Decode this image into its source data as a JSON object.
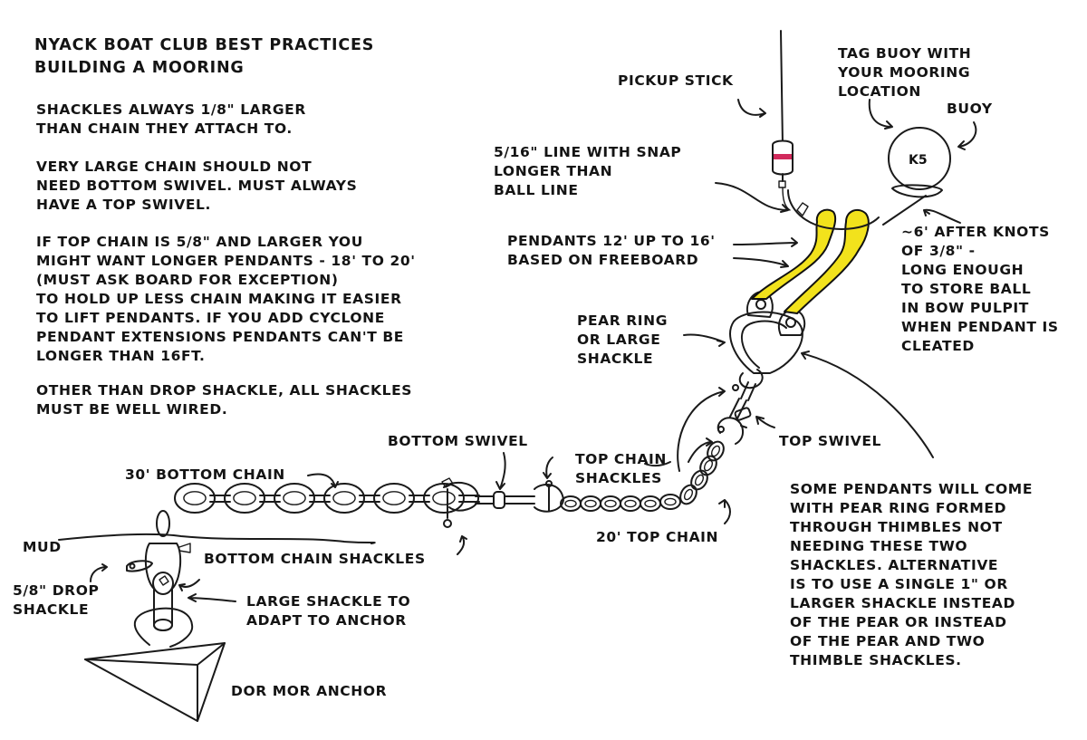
{
  "title": {
    "line1": "NYACK BOAT CLUB BEST PRACTICES",
    "line2": "BUILDING A MOORING"
  },
  "notes": [
    "SHACKLES ALWAYS 1/8\" LARGER\nTHAN CHAIN THEY ATTACH TO.",
    "VERY LARGE CHAIN SHOULD NOT\nNEED BOTTOM SWIVEL. MUST ALWAYS\nHAVE A TOP SWIVEL.",
    "IF TOP CHAIN IS 5/8\" AND LARGER YOU\nMIGHT WANT LONGER PENDANTS - 18' TO 20'\n(MUST ASK BOARD FOR EXCEPTION)\nTO HOLD UP LESS CHAIN MAKING IT EASIER\nTO LIFT PENDANTS. IF YOU ADD CYCLONE\nPENDANT EXTENSIONS PENDANTS CAN'T BE\nLONGER THAN 16FT.",
    "OTHER THAN DROP SHACKLE, ALL SHACKLES\nMUST BE WELL WIRED."
  ],
  "labels": {
    "pickup_stick": "PICKUP STICK",
    "tag_buoy": "TAG BUOY WITH\nYOUR MOORING\nLOCATION",
    "buoy": "BUOY",
    "buoy_tag_text": "K5",
    "line_with_snap": "5/16\" LINE WITH SNAP\nLONGER THAN\nBALL LINE",
    "ball_line": "~6' AFTER KNOTS\nOF 3/8\" -\nLONG ENOUGH\nTO STORE BALL\nIN BOW PULPIT\nWHEN PENDANT IS\nCLEATED",
    "pendants": "PENDANTS 12' UP TO 16'\nBASED ON FREEBOARD",
    "pear_ring": "PEAR RING\nOR LARGE\nSHACKLE",
    "top_swivel": "TOP SWIVEL",
    "top_chain_shackles": "TOP CHAIN\nSHACKLES",
    "bottom_swivel": "BOTTOM SWIVEL",
    "bottom_chain": "30' BOTTOM CHAIN",
    "top_chain": "20' TOP CHAIN",
    "mud": "MUD",
    "bottom_chain_shackles": "BOTTOM CHAIN SHACKLES",
    "drop_shackle": "5/8\" DROP\nSHACKLE",
    "large_shackle": "LARGE SHACKLE TO\nADAPT TO ANCHOR",
    "anchor": "DOR MOR ANCHOR",
    "pendant_note": "SOME PENDANTS WILL COME\nWITH PEAR RING FORMED\nTHROUGH THIMBLES NOT\nNEEDING THESE TWO\nSHACKLES. ALTERNATIVE\nIS TO USE A SINGLE 1\" OR\nLARGER SHACKLE INSTEAD\nOF THE PEAR OR INSTEAD\nOF THE PEAR AND TWO\nTHIMBLE SHACKLES."
  },
  "colors": {
    "pendant": "#f2e21c",
    "pickup_band": "#d12a5c",
    "ink": "#1a1a1a"
  }
}
